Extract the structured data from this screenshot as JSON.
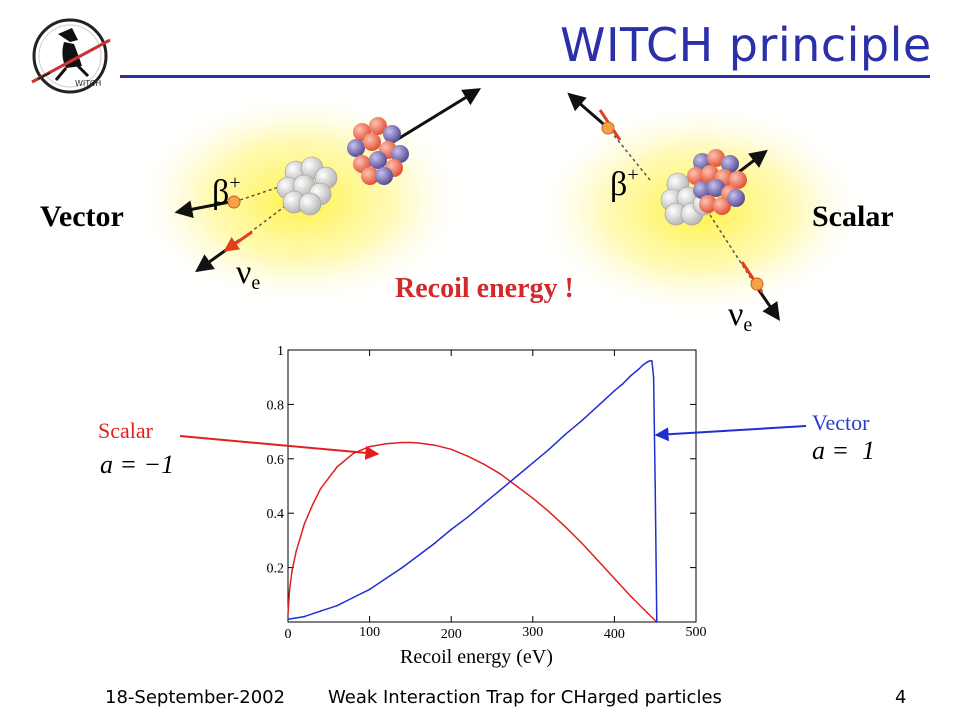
{
  "slide": {
    "title": "WITCH principle",
    "logo_text": "WITCH"
  },
  "diagram": {
    "vector_label": "Vector",
    "scalar_label": "Scalar",
    "beta_symbol": "β",
    "beta_charge": "+",
    "nu_symbol": "ν",
    "nu_subscript": "e",
    "recoil_banner": "Recoil energy !"
  },
  "legend": {
    "scalar_name": "Scalar",
    "scalar_formula": "a = −1",
    "vector_name": "Vector",
    "vector_formula": "a =  1"
  },
  "footer": {
    "date": "18-September-2002",
    "title": "Weak Interaction Trap for CHarged particles",
    "page": "4"
  },
  "colors": {
    "title": "#2b2fa8",
    "scalar": "#e02020",
    "vector": "#1f2fd0",
    "proton": "#f07a60",
    "neutron": "#7a70b0",
    "glow": "#fff23a"
  },
  "chart_data": {
    "type": "line",
    "title": "",
    "xlabel": "Recoil energy (eV)",
    "ylabel": "",
    "xlim": [
      0,
      500
    ],
    "ylim": [
      0,
      1
    ],
    "x_ticks": [
      "0",
      "100",
      "200",
      "300",
      "400",
      "500"
    ],
    "y_ticks": [
      "0.2",
      "0.4",
      "0.6",
      "0.8",
      "1"
    ],
    "series": [
      {
        "name": "Scalar",
        "color": "#e02020",
        "x": [
          0,
          2,
          5,
          10,
          20,
          30,
          40,
          50,
          60,
          80,
          100,
          120,
          140,
          150,
          160,
          180,
          200,
          220,
          240,
          260,
          280,
          300,
          320,
          340,
          360,
          380,
          400,
          420,
          440,
          452
        ],
        "y": [
          0.03,
          0.12,
          0.19,
          0.26,
          0.36,
          0.43,
          0.49,
          0.53,
          0.57,
          0.62,
          0.645,
          0.655,
          0.66,
          0.66,
          0.658,
          0.65,
          0.635,
          0.61,
          0.58,
          0.545,
          0.5,
          0.455,
          0.405,
          0.35,
          0.29,
          0.225,
          0.16,
          0.095,
          0.035,
          0.0
        ]
      },
      {
        "name": "Vector",
        "color": "#1f2fd0",
        "x": [
          0,
          20,
          40,
          60,
          80,
          100,
          120,
          140,
          160,
          180,
          200,
          220,
          240,
          260,
          280,
          300,
          320,
          340,
          360,
          380,
          400,
          410,
          420,
          430,
          435,
          440,
          443,
          446,
          448,
          450,
          452
        ],
        "y": [
          0.01,
          0.02,
          0.04,
          0.06,
          0.09,
          0.12,
          0.16,
          0.2,
          0.245,
          0.29,
          0.34,
          0.385,
          0.435,
          0.485,
          0.535,
          0.585,
          0.635,
          0.69,
          0.74,
          0.795,
          0.85,
          0.875,
          0.905,
          0.93,
          0.945,
          0.955,
          0.96,
          0.96,
          0.9,
          0.5,
          0.0
        ]
      }
    ]
  }
}
